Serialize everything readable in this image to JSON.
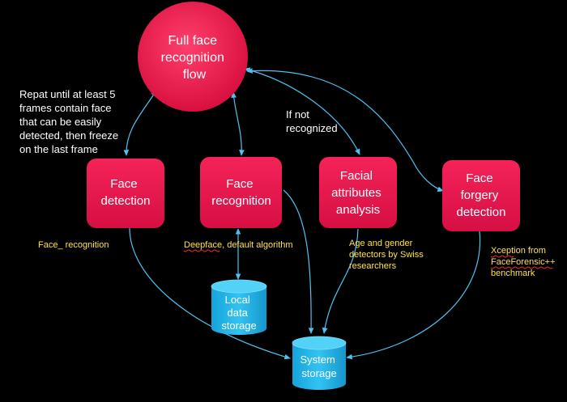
{
  "nodes": {
    "main": {
      "lines": [
        "Full face",
        "recognition",
        "flow"
      ]
    },
    "detection": {
      "lines": [
        "Face",
        "detection"
      ]
    },
    "recognition": {
      "lines": [
        "Face",
        "recognition"
      ]
    },
    "attributes": {
      "lines": [
        "Facial",
        "attributes",
        "analysis"
      ]
    },
    "forgery": {
      "lines": [
        "Face",
        "forgery",
        "detection"
      ]
    }
  },
  "storage": {
    "local": {
      "lines": [
        "Local",
        "data",
        "storage"
      ]
    },
    "system": {
      "lines": [
        "System",
        "storage"
      ]
    }
  },
  "annotations": {
    "repeat": {
      "lines": [
        "Repat until at least 5",
        "frames contain face",
        "that can be easily",
        "detected, then freeze",
        "on the last frame"
      ]
    },
    "not_recognized": {
      "lines": [
        "If not",
        "recognized"
      ]
    }
  },
  "labels": {
    "detection_lib": {
      "lines": [
        "Face_ recognition"
      ]
    },
    "recognition_lib": {
      "lines": [
        "Deepface, default algorithm"
      ]
    },
    "attributes_lib": {
      "lines": [
        "Age and gender",
        "detectors by Swiss",
        "researchers"
      ]
    },
    "forgery_lib": {
      "lines": [
        "Xception from",
        "FaceForensic++",
        "benchmark"
      ]
    }
  },
  "colors": {
    "background": "#000000",
    "node_fill": "#e8174a",
    "connector": "#4ec3f0",
    "storage_fill": "#1fb4ea",
    "label": "#ffe24a"
  }
}
